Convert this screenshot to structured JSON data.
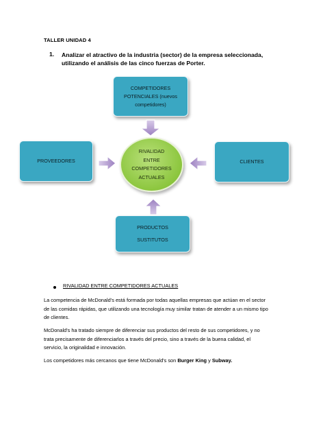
{
  "header": {
    "title": "TALLER UNIDAD  4"
  },
  "question": {
    "number": "1.",
    "text": "Analizar el atractivo de la industria (sector) de la empresa seleccionada, utilizando el análisis de las cinco fuerzas de Porter."
  },
  "diagram": {
    "top_box": {
      "lines": [
        "COMPETIDORES",
        "POTENCIALES (nuevos",
        "competidores)"
      ]
    },
    "left_box": {
      "label": "PROVEEDORES"
    },
    "right_box": {
      "label": "CLIENTES"
    },
    "center_circle": {
      "lines": [
        "RIVALIDAD",
        "ENTRE",
        "COMPETIDORES",
        "ACTUALES"
      ]
    },
    "bottom_box": {
      "lines": [
        "PRODUCTOS",
        "SUSTITUTOS"
      ]
    },
    "colors": {
      "box_fill": "#3aa7c2",
      "circle_fill": "#8cc63e",
      "arrow_fill": "#9b7fc0"
    }
  },
  "section": {
    "bullet_title": "RIVALIDAD ENTRE COMPETIDORES ACTUALES",
    "paragraph1": "La competencia de McDonald's está formada por todas aquellas empresas que actúan en el sector de las comidas rápidas, que utilizando una tecnología muy similar tratan de atender a un mismo tipo de clientes.",
    "paragraph2": "McDonald's ha tratado siempre de diferenciar sus productos del resto de sus competidores, y no trata precisamente de diferenciarlos a través del precio, sino a través de la buena calidad, el servicio, la originalidad e innovación.",
    "paragraph3_prefix": "Los competidores más cercanos que tiene McDonald's son ",
    "paragraph3_bold1": "Burger King",
    "paragraph3_mid": " y ",
    "paragraph3_bold2": "Subway."
  }
}
